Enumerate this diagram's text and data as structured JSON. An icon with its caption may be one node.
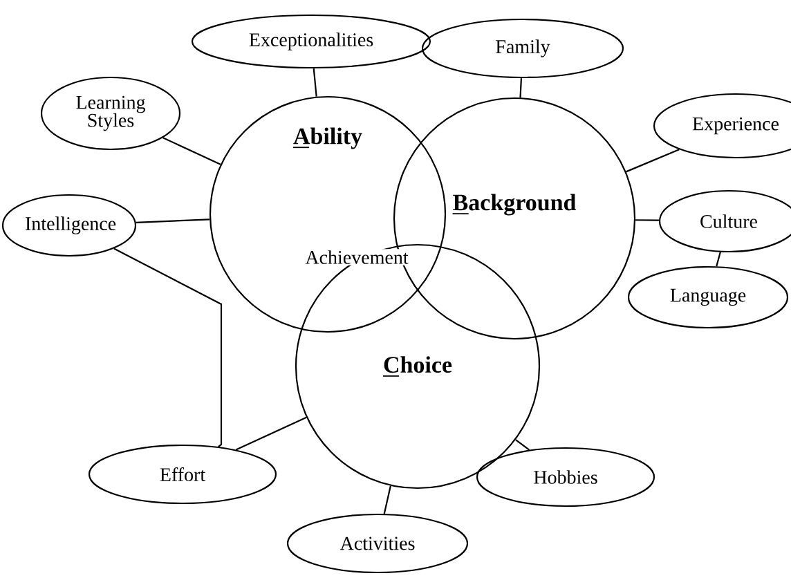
{
  "diagram": {
    "nodes": [
      {
        "text": [
          "Ability"
        ]
      },
      {
        "text": [
          "Background"
        ]
      },
      {
        "text": [
          "Choice"
        ]
      },
      {
        "text": [
          "Exceptionalities"
        ]
      },
      {
        "text": [
          "Learning Styles"
        ]
      },
      {
        "text": [
          "Intelligence"
        ]
      },
      {
        "text": [
          "Effort"
        ]
      },
      {
        "text": [
          "Activities"
        ]
      },
      {
        "text": [
          "Hobbies"
        ]
      },
      {
        "text": [
          "Family"
        ]
      },
      {
        "text": [
          "Experience"
        ]
      },
      {
        "text": [
          "Culture"
        ]
      },
      {
        "text": [
          "Language"
        ]
      }
    ],
    "edges": [
      {
        "from": 3,
        "to": 0,
        "arrow": "none"
      },
      {
        "from": 4,
        "to": 0,
        "arrow": "none"
      },
      {
        "from": 5,
        "to": 0,
        "arrow": "none"
      },
      {
        "from": 5,
        "to": 6,
        "arrow": "none"
      },
      {
        "from": 6,
        "to": 2,
        "arrow": "none"
      },
      {
        "from": 7,
        "to": 2,
        "arrow": "none"
      },
      {
        "from": 8,
        "to": 2,
        "arrow": "none"
      },
      {
        "from": 9,
        "to": 1,
        "arrow": "none"
      },
      {
        "from": 10,
        "to": 1,
        "arrow": "none"
      },
      {
        "from": 11,
        "to": 1,
        "arrow": "none"
      },
      {
        "from": 11,
        "to": 12,
        "arrow": "none"
      }
    ],
    "labels": [
      "Achievement"
    ]
  }
}
